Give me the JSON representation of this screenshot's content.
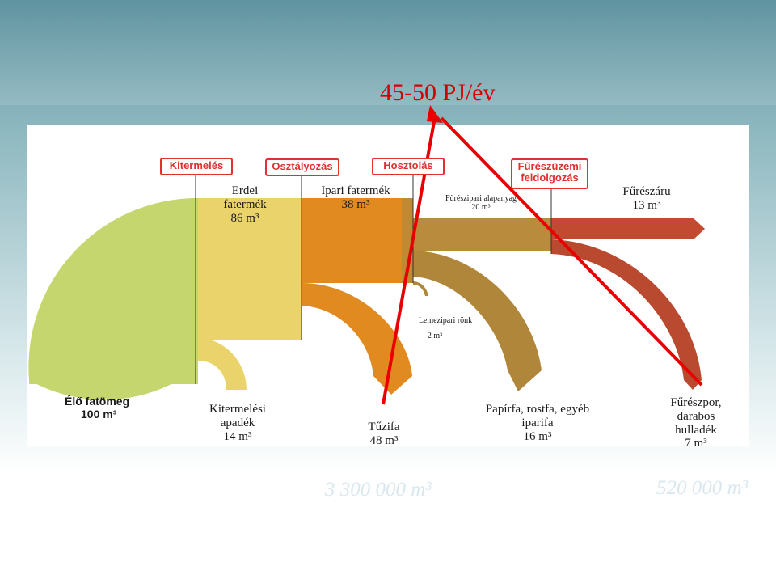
{
  "headline": "45-50 PJ/év",
  "stages": {
    "kitermeles": "Kitermelés",
    "osztalyozas": "Osztályozás",
    "hosztolas": "Hosztolás",
    "fureszuzemi": "Fűrészüzemi feldolgozás"
  },
  "flows": {
    "erdei_fatermek": {
      "name": "Erdei fatermék",
      "value": "86 m³"
    },
    "ipari_fatermek": {
      "name": "Ipari fatermék",
      "value": "38 m³"
    },
    "fureszipari_alapanyag": {
      "name": "Fűrészipari alapanyag",
      "value": "20 m³"
    },
    "fureszaru": {
      "name": "Fűrészáru",
      "value": "13 m³"
    },
    "lemezipari_ronk": {
      "name": "Lemezipari rönk",
      "value": "2 m³"
    },
    "elo_fatomeg": {
      "name": "Élő fatömeg",
      "value": "100 m³"
    },
    "kitermelesi_apadek": {
      "name": "Kitermelési apadék",
      "value": "14 m³"
    },
    "tuzifa": {
      "name": "Tűzifa",
      "value": "48 m³"
    },
    "papirfa": {
      "name": "Papírfa, rostfa, egyéb iparifa",
      "value": "16 m³"
    },
    "fureszpor": {
      "name": "Fűrészpor, darabos hulladék",
      "value": "7 m³"
    }
  },
  "totals": {
    "left": "3 300 000 m³",
    "right": "520 000 m³"
  },
  "colors": {
    "annotation_red": "#e80000",
    "headline_red": "#d40000",
    "stage_red": "#e03030",
    "green": "#c6d66e",
    "yellow": "#ead36a",
    "orange": "#e08a20",
    "tan": "#b98b3c",
    "brown": "#b0863a",
    "rust": "#c24a30"
  }
}
